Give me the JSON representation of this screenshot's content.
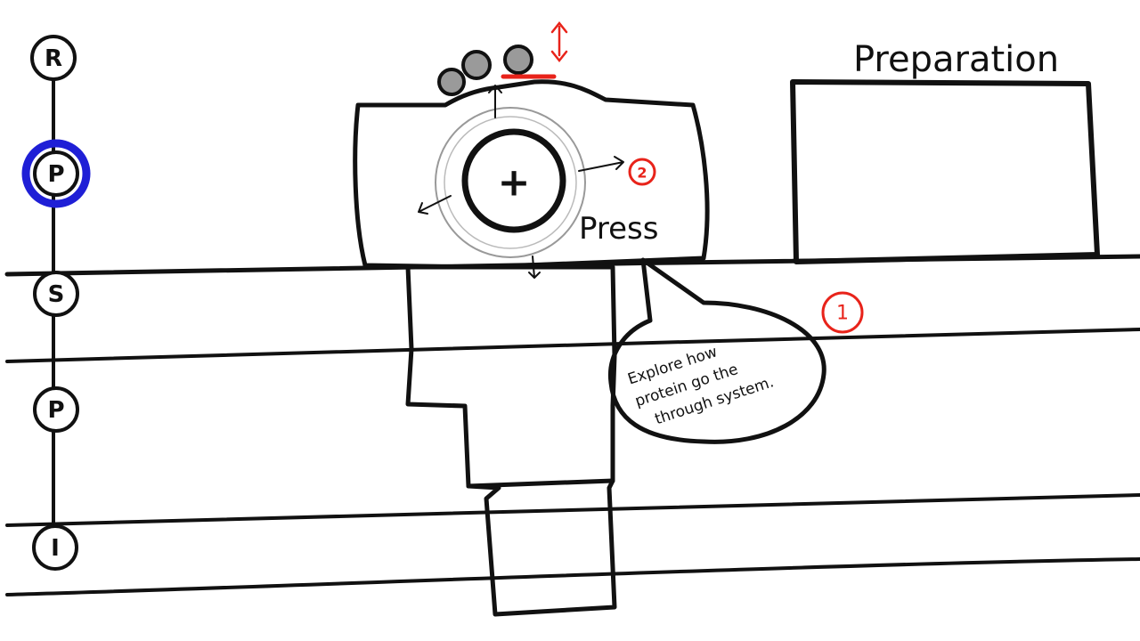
{
  "panel": {
    "title": "Preparation"
  },
  "steps": [
    {
      "letter": "R",
      "active": false
    },
    {
      "letter": "P",
      "active": true
    },
    {
      "letter": "S",
      "active": false
    },
    {
      "letter": "P",
      "active": false
    },
    {
      "letter": "I",
      "active": false
    }
  ],
  "device": {
    "button_symbol": "+",
    "press_label": "Press"
  },
  "tooltip": {
    "lines": [
      "Explore how",
      "protein go the",
      "through system."
    ]
  },
  "annotations": {
    "marker_1": "1",
    "marker_2": "2"
  },
  "colors": {
    "ink": "#111111",
    "active_ring": "#1f1fd6",
    "annotation": "#e8231a",
    "knob": "#9a9a9a"
  }
}
